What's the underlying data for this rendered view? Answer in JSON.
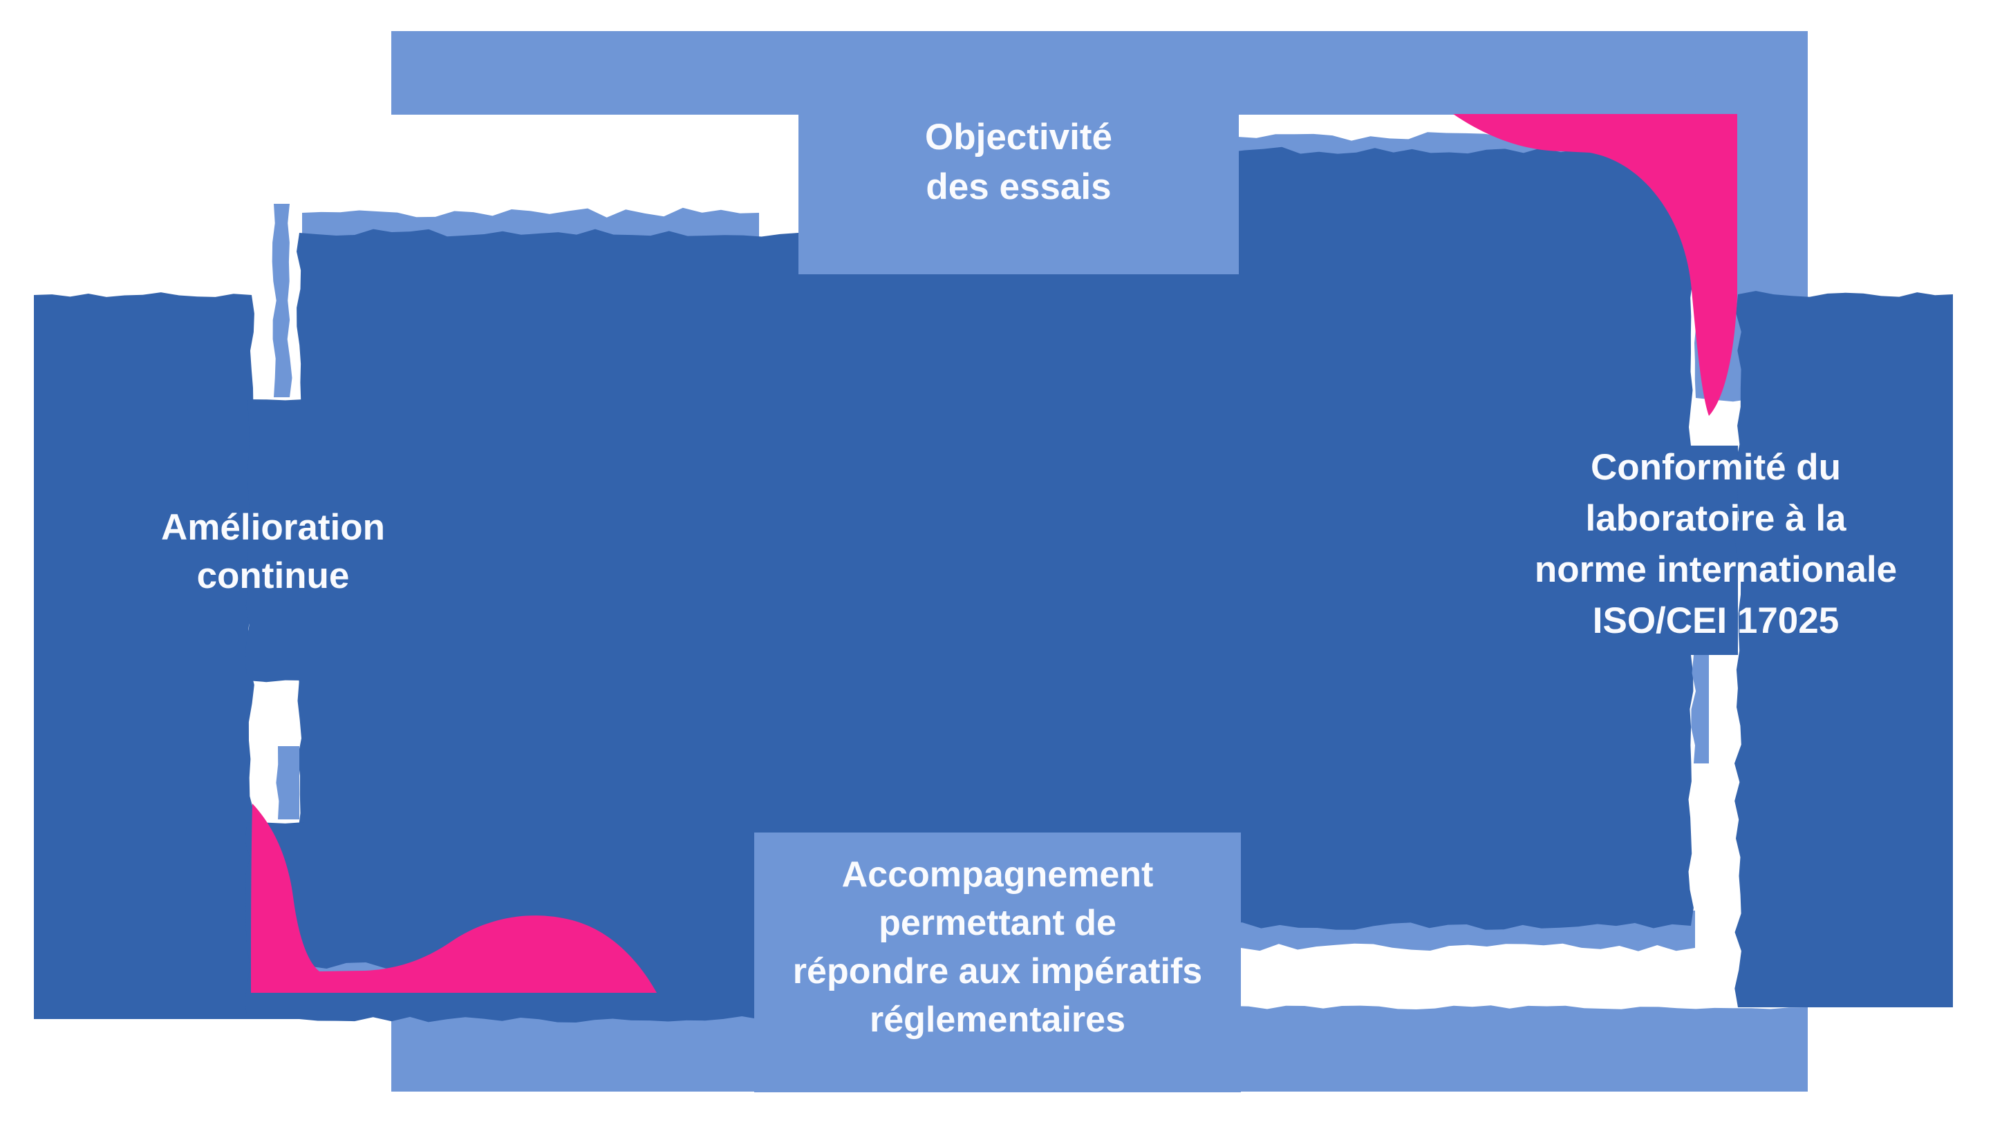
{
  "labels": {
    "top": {
      "lines": [
        "Objectivité",
        "des essais"
      ]
    },
    "right": {
      "lines": [
        "Conformité du",
        "laboratoire à la",
        "norme internationale",
        "ISO/CEI 17025"
      ]
    },
    "bottom": {
      "lines": [
        "Accompagnement",
        "permettant de",
        "répondre aux impératifs",
        "réglementaires"
      ]
    },
    "left": {
      "lines": [
        "Amélioration",
        "continue"
      ]
    }
  },
  "colors": {
    "dark_blue": "#3363AC",
    "light_blue": "#6F96D6",
    "pink": "#F4218D",
    "text": "#FAFBFE",
    "background": "#FFFFFF"
  }
}
